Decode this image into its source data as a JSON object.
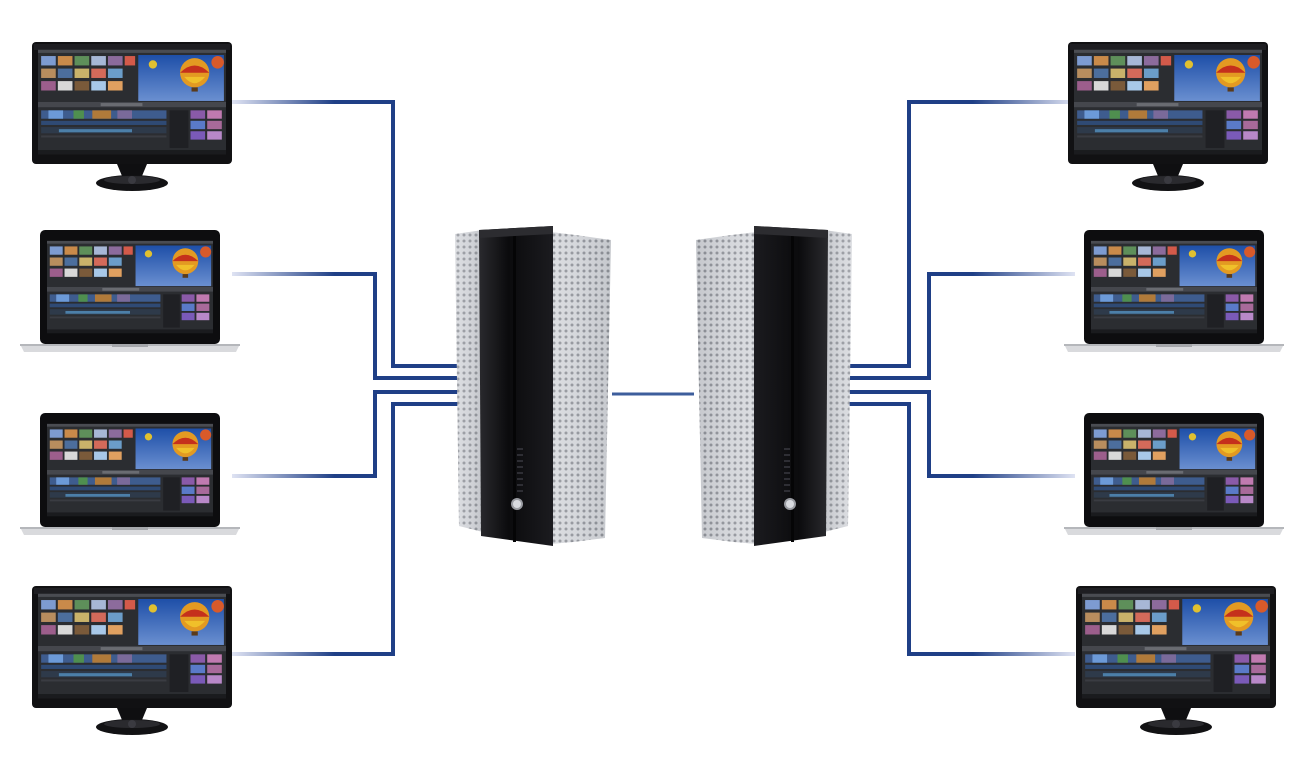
{
  "diagram": {
    "left_workstations": [
      {
        "id": "l1",
        "device": "monitor-icon"
      },
      {
        "id": "l2",
        "device": "laptop-icon"
      },
      {
        "id": "l3",
        "device": "laptop-icon"
      },
      {
        "id": "l4",
        "device": "monitor-icon"
      }
    ],
    "right_workstations": [
      {
        "id": "r1",
        "device": "monitor-icon"
      },
      {
        "id": "r2",
        "device": "laptop-icon"
      },
      {
        "id": "r3",
        "device": "laptop-icon"
      },
      {
        "id": "r4",
        "device": "monitor-icon"
      }
    ],
    "storage_servers": [
      {
        "id": "s1",
        "device": "server-tower-icon"
      },
      {
        "id": "s2",
        "device": "server-tower-icon"
      }
    ],
    "colors": {
      "cable": "#1f3f86",
      "cable_fade": "#d9def0",
      "tower_black": "#0c0c0e",
      "tower_silver": "#c9cbd0",
      "bezel": "#141416"
    }
  }
}
